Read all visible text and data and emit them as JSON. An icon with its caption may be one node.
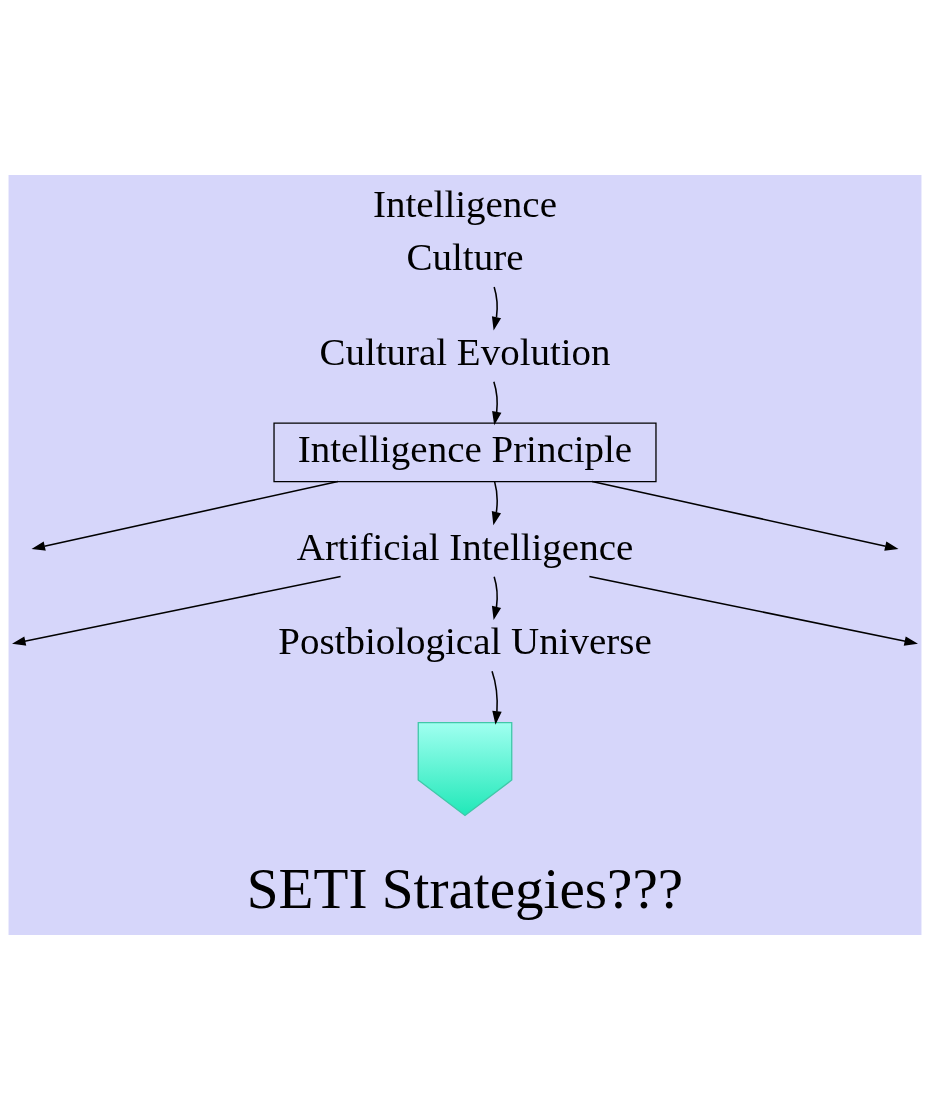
{
  "diagram": {
    "title": "Intelligence",
    "nodes": [
      {
        "text": [
          "Culture"
        ]
      },
      {
        "text": [
          "Cultural Evolution"
        ]
      },
      {
        "text": [
          "Intelligence Principle"
        ]
      },
      {
        "text": [
          "Artificial Intelligence"
        ]
      },
      {
        "text": [
          "Postbiological Universe"
        ]
      },
      {
        "text": [],
        "shape": "arrow"
      },
      {
        "text": [
          "SETI Strategies???"
        ]
      }
    ],
    "edges": [
      {
        "from": 0,
        "to": 1,
        "arrow": "to"
      },
      {
        "from": 1,
        "to": 2,
        "arrow": "to"
      },
      {
        "from": 2,
        "to": null,
        "arrow": "to"
      },
      {
        "from": 2,
        "to": 3,
        "arrow": "to"
      },
      {
        "from": 2,
        "to": null,
        "arrow": "to"
      },
      {
        "from": 3,
        "to": null,
        "arrow": "to"
      },
      {
        "from": 3,
        "to": 4,
        "arrow": "to"
      },
      {
        "from": 3,
        "to": null,
        "arrow": "to"
      },
      {
        "from": 4,
        "to": 5,
        "arrow": "to"
      }
    ]
  }
}
